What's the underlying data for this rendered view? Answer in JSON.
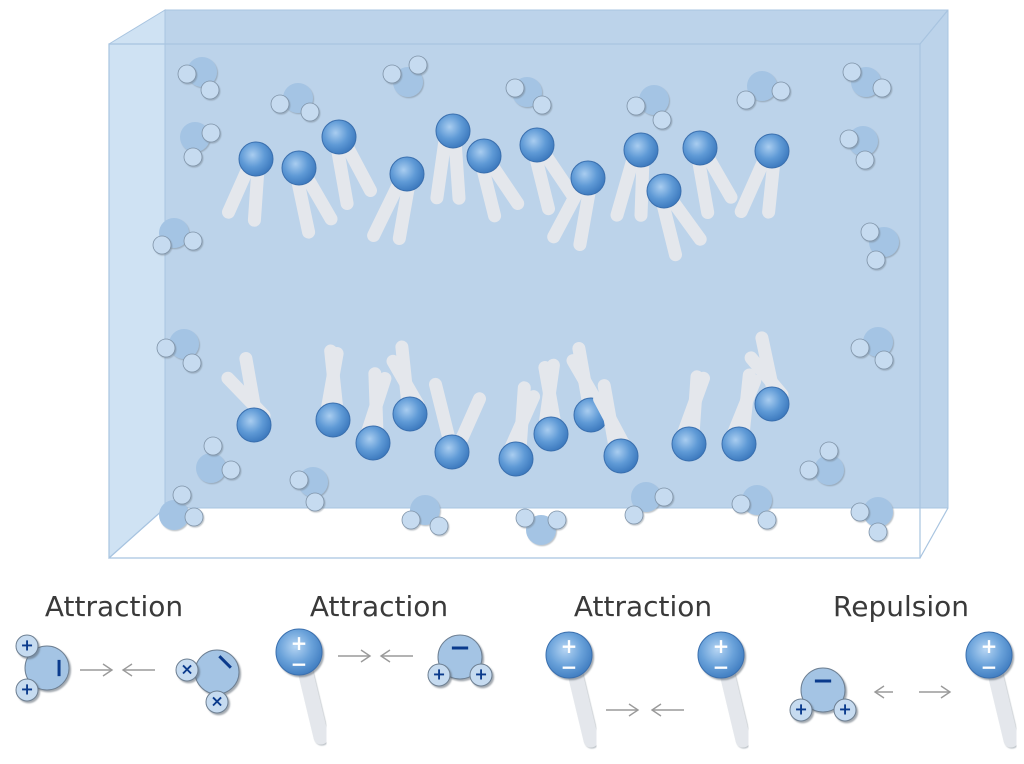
{
  "panels": [
    {
      "label": "Attraction",
      "pair": "water-to-nonpolar",
      "interaction": "attraction"
    },
    {
      "label": "Attraction",
      "pair": "lipid-head-to-water",
      "interaction": "attraction"
    },
    {
      "label": "Attraction",
      "pair": "lipid-head-to-lipid-head",
      "interaction": "attraction"
    },
    {
      "label": "Repulsion",
      "pair": "water-to-lipid-head",
      "interaction": "repulsion"
    }
  ],
  "symbols": {
    "positive": "+",
    "negative": "−",
    "neutral": "×"
  },
  "colors": {
    "container_fill": "#bcd3ea",
    "container_side": "#cfe2f3",
    "container_edge": "#a8c4e0",
    "lipid_head": "#4f8dcf",
    "lipid_tail": "#e4e7ec",
    "water_oxygen": "#a4c4e4",
    "water_hydrogen": "#c6dbf0",
    "charge_sign": "#0a3a8c",
    "arrow": "#9a9a9a"
  },
  "icons": {
    "lipid": "phospholipid-icon",
    "water": "water-molecule-icon",
    "arrow": "arrow-icon"
  }
}
